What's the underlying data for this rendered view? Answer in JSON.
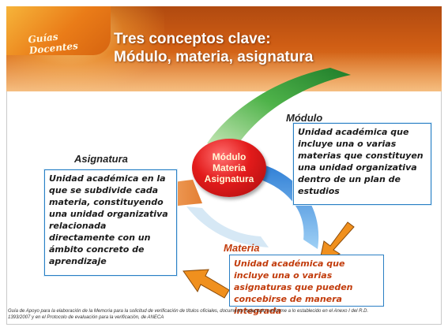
{
  "header": {
    "badge": "Guías Docentes",
    "title_line1": "Tres conceptos clave:",
    "title_line2": "Módulo, materia, asignatura"
  },
  "center": {
    "line1": "Módulo",
    "line2": "Materia",
    "line3": "Asignatura"
  },
  "concepts": {
    "modulo": {
      "label": "Módulo",
      "definition": "Unidad académica que incluye una o varias materias que constituyen una unidad organizativa dentro de un plan de estudios"
    },
    "asignatura": {
      "label": "Asignatura",
      "definition": "Unidad académica en la que se subdivide cada materia, constituyendo una unidad organizativa relacionada directamente con un ámbito concreto de aprendizaje"
    },
    "materia": {
      "label": "Materia",
      "definition": "Unidad académica que incluye una o varias asignaturas que pueden concebirse de manera integrada"
    }
  },
  "footer": {
    "line1_a": "Guía de Apoyo para la elaboración de la Memoria para la solicitud de verificación de títulos oficiales, documento redactado conforme a lo establecido en el ",
    "line1_b": "Anexo I del R.D.",
    "line2": "1393/2007 y en el Protocolo de evaluación para la verificación, de ANECA"
  },
  "colors": {
    "header": "#cf5d14",
    "accent_blue": "#2a7fc4",
    "materia_red": "#c23c0c",
    "center": "#e31b1b",
    "arrow": "#f0901e",
    "green_swoosh": "#3aa23a"
  }
}
